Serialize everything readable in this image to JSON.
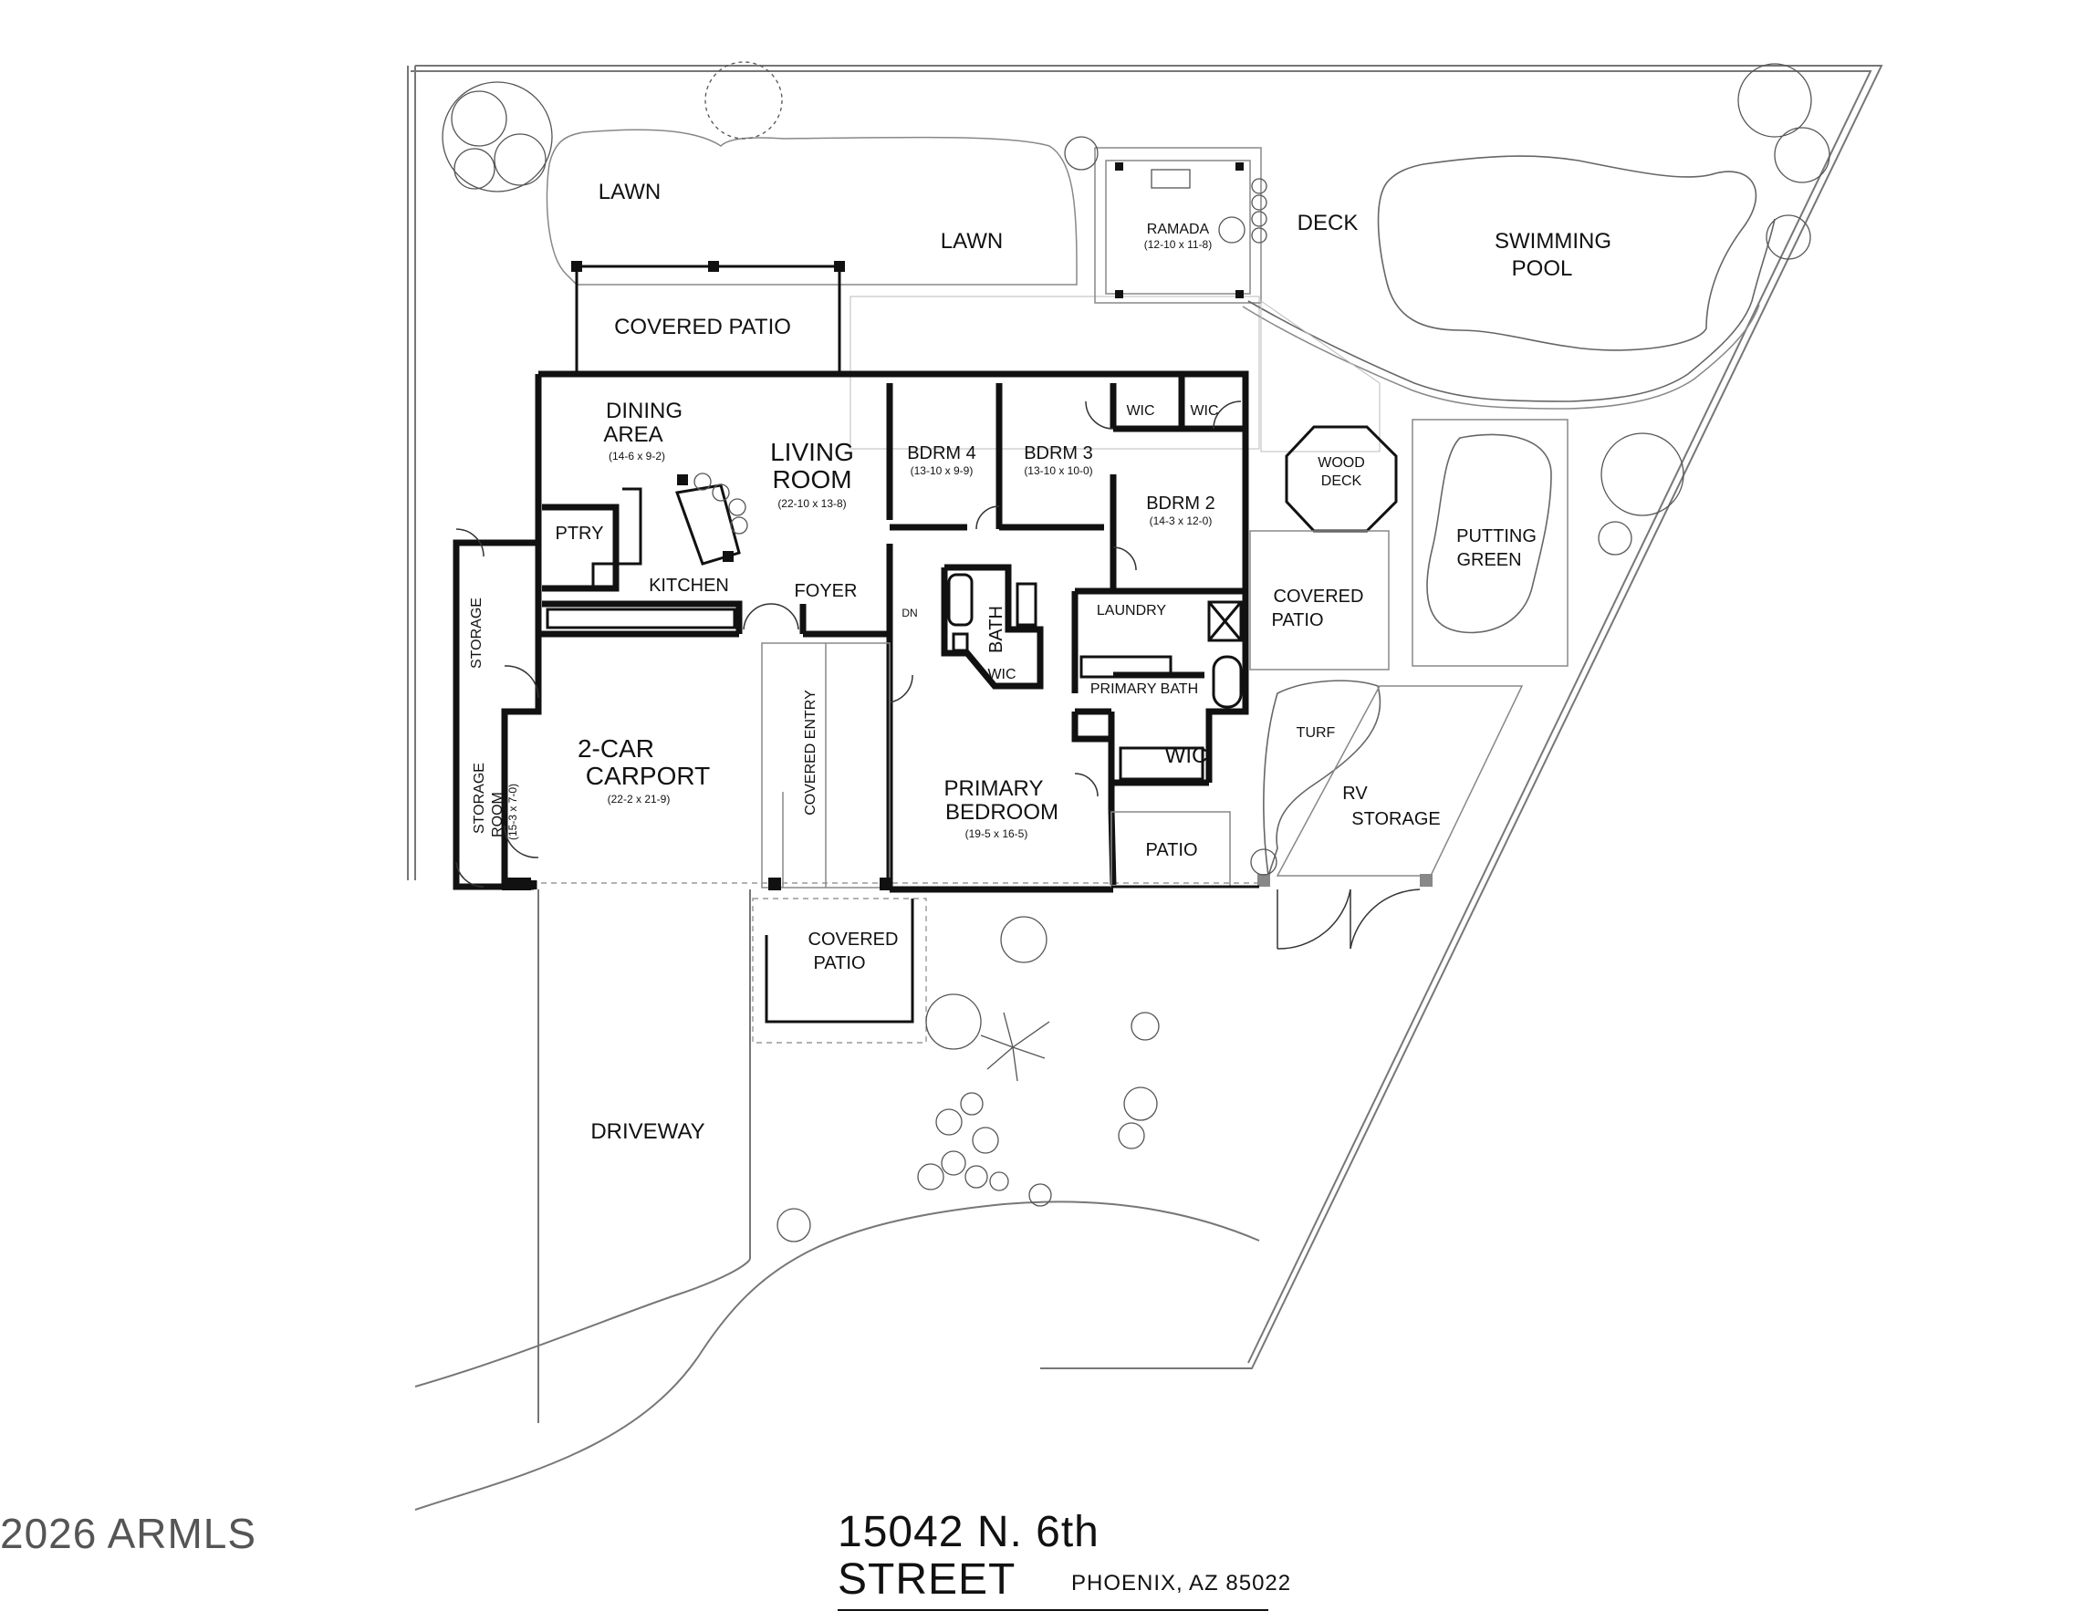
{
  "plan": {
    "labels": {
      "lawn_1": "LAWN",
      "lawn_2": "LAWN",
      "ramada": "RAMADA",
      "ramada_dim": "(12-10 x 11-8)",
      "deck": "DECK",
      "pool_1": "SWIMMING",
      "pool_2": "POOL",
      "covered_patio_rear": "COVERED PATIO",
      "dining_1": "DINING",
      "dining_2": "AREA",
      "dining_dim": "(14-6 x 9-2)",
      "living_1": "LIVING",
      "living_2": "ROOM",
      "living_dim": "(22-10 x 13-8)",
      "bdrm4": "BDRM 4",
      "bdrm4_dim": "(13-10 x 9-9)",
      "bdrm3": "BDRM 3",
      "bdrm3_dim": "(13-10 x 10-0)",
      "wic_1": "WIC",
      "wic_2": "WIC",
      "bdrm2": "BDRM 2",
      "bdrm2_dim": "(14-3 x 12-0)",
      "wood_deck_1": "WOOD",
      "wood_deck_2": "DECK",
      "putting_1": "PUTTING",
      "putting_2": "GREEN",
      "ptry": "PTRY",
      "kitchen": "KITCHEN",
      "foyer": "FOYER",
      "dn": "DN",
      "bath": "BATH",
      "wic_3": "WIC",
      "laundry": "LAUNDRY",
      "covered_patio_side_1": "COVERED",
      "covered_patio_side_2": "PATIO",
      "primary_bath": "PRIMARY BATH",
      "storage": "STORAGE",
      "turf": "TURF",
      "carport_1": "2-CAR",
      "carport_2": "CARPORT",
      "carport_dim": "(22-2 x 21-9)",
      "covered_entry": "COVERED ENTRY",
      "wic_4": "WIC",
      "primary_bed_1": "PRIMARY",
      "primary_bed_2": "BEDROOM",
      "primary_bed_dim": "(19-5 x 16-5)",
      "rv_1": "RV",
      "rv_2": "STORAGE",
      "storage_room_1": "STORAGE",
      "storage_room_2": "ROOM",
      "storage_room_dim": "(15-3 x 7-0)",
      "patio": "PATIO",
      "covered_patio_front_1": "COVERED",
      "covered_patio_front_2": "PATIO",
      "driveway": "DRIVEWAY"
    }
  },
  "address": {
    "street": "15042 N. 6th STREET",
    "city": "PHOENIX, AZ 85022"
  },
  "copyright": "2026 ARMLS"
}
